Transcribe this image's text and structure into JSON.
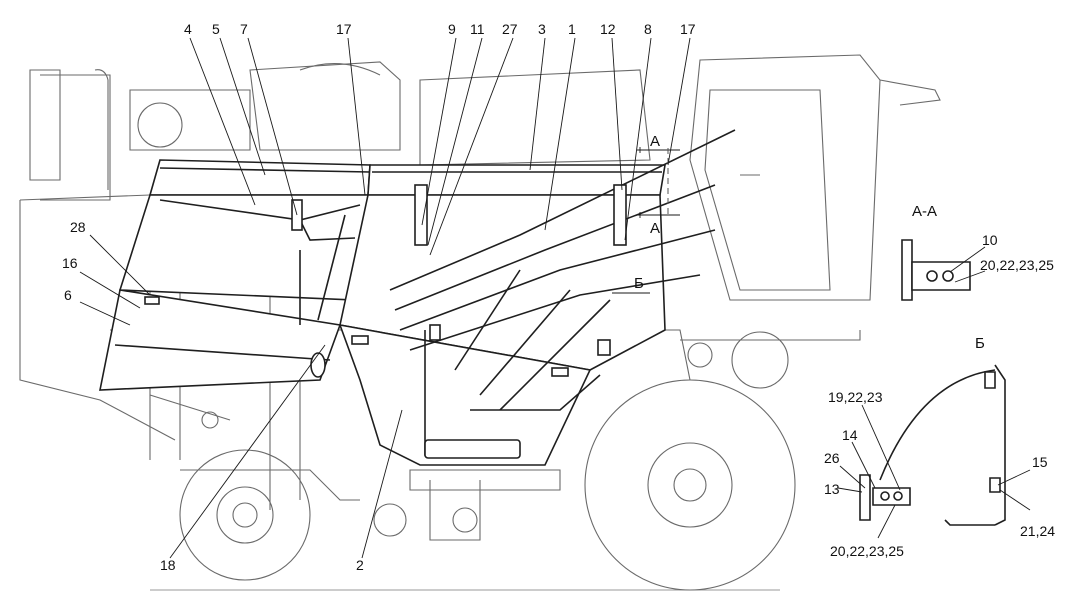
{
  "callouts": {
    "c4": "4",
    "c5": "5",
    "c7": "7",
    "c17a": "17",
    "c9": "9",
    "c11": "11",
    "c27": "27",
    "c3": "3",
    "c1": "1",
    "c12": "12",
    "c8": "8",
    "c17b": "17",
    "c28": "28",
    "c16": "16",
    "c6": "6",
    "c18": "18",
    "c2": "2",
    "c10": "10",
    "c20_22_23_25_top": "20,22,23,25",
    "c19_22_23": "19,22,23",
    "c14": "14",
    "c26": "26",
    "c13": "13",
    "c15": "15",
    "c21_24": "21,24",
    "c20_22_23_25_bottom": "20,22,23,25"
  },
  "section_marks": {
    "a_top": "А",
    "a_bottom": "А",
    "b_main": "Б",
    "view_aa": "А-А",
    "view_b": "Б"
  }
}
